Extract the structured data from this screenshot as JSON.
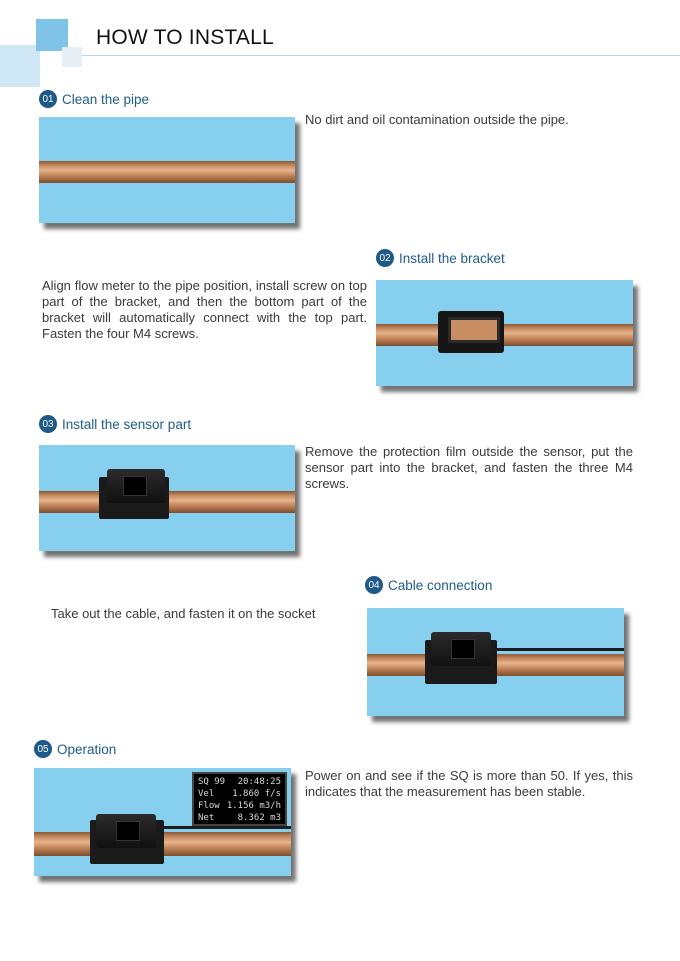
{
  "title": "HOW TO INSTALL",
  "steps": [
    {
      "num": "01",
      "label": "Clean the pipe",
      "desc": "No dirt and oil contamination outside the pipe."
    },
    {
      "num": "02",
      "label": "Install the bracket",
      "desc": "Align flow meter to the pipe position, install screw on top part of the bracket, and then the bottom part of the bracket will automatically connect with the top part. Fasten the four M4 screws."
    },
    {
      "num": "03",
      "label": "Install the sensor part",
      "desc": "Remove the protection film outside the sensor, put the sensor part into the bracket, and fasten the three M4 screws."
    },
    {
      "num": "04",
      "label": "Cable connection",
      "desc": "Take out the cable, and fasten it on the socket"
    },
    {
      "num": "05",
      "label": "Operation",
      "desc": "Power on and see if the SQ is more than 50.  If yes, this indicates that the measurement has been stable."
    }
  ],
  "display": {
    "rows": [
      {
        "k": "SQ 99",
        "v": "20:48:25"
      },
      {
        "k": "Vel",
        "v": "1.860 f/s"
      },
      {
        "k": "Flow",
        "v": "1.156 m3/h"
      },
      {
        "k": "Net",
        "v": "8.362 m3"
      }
    ]
  }
}
